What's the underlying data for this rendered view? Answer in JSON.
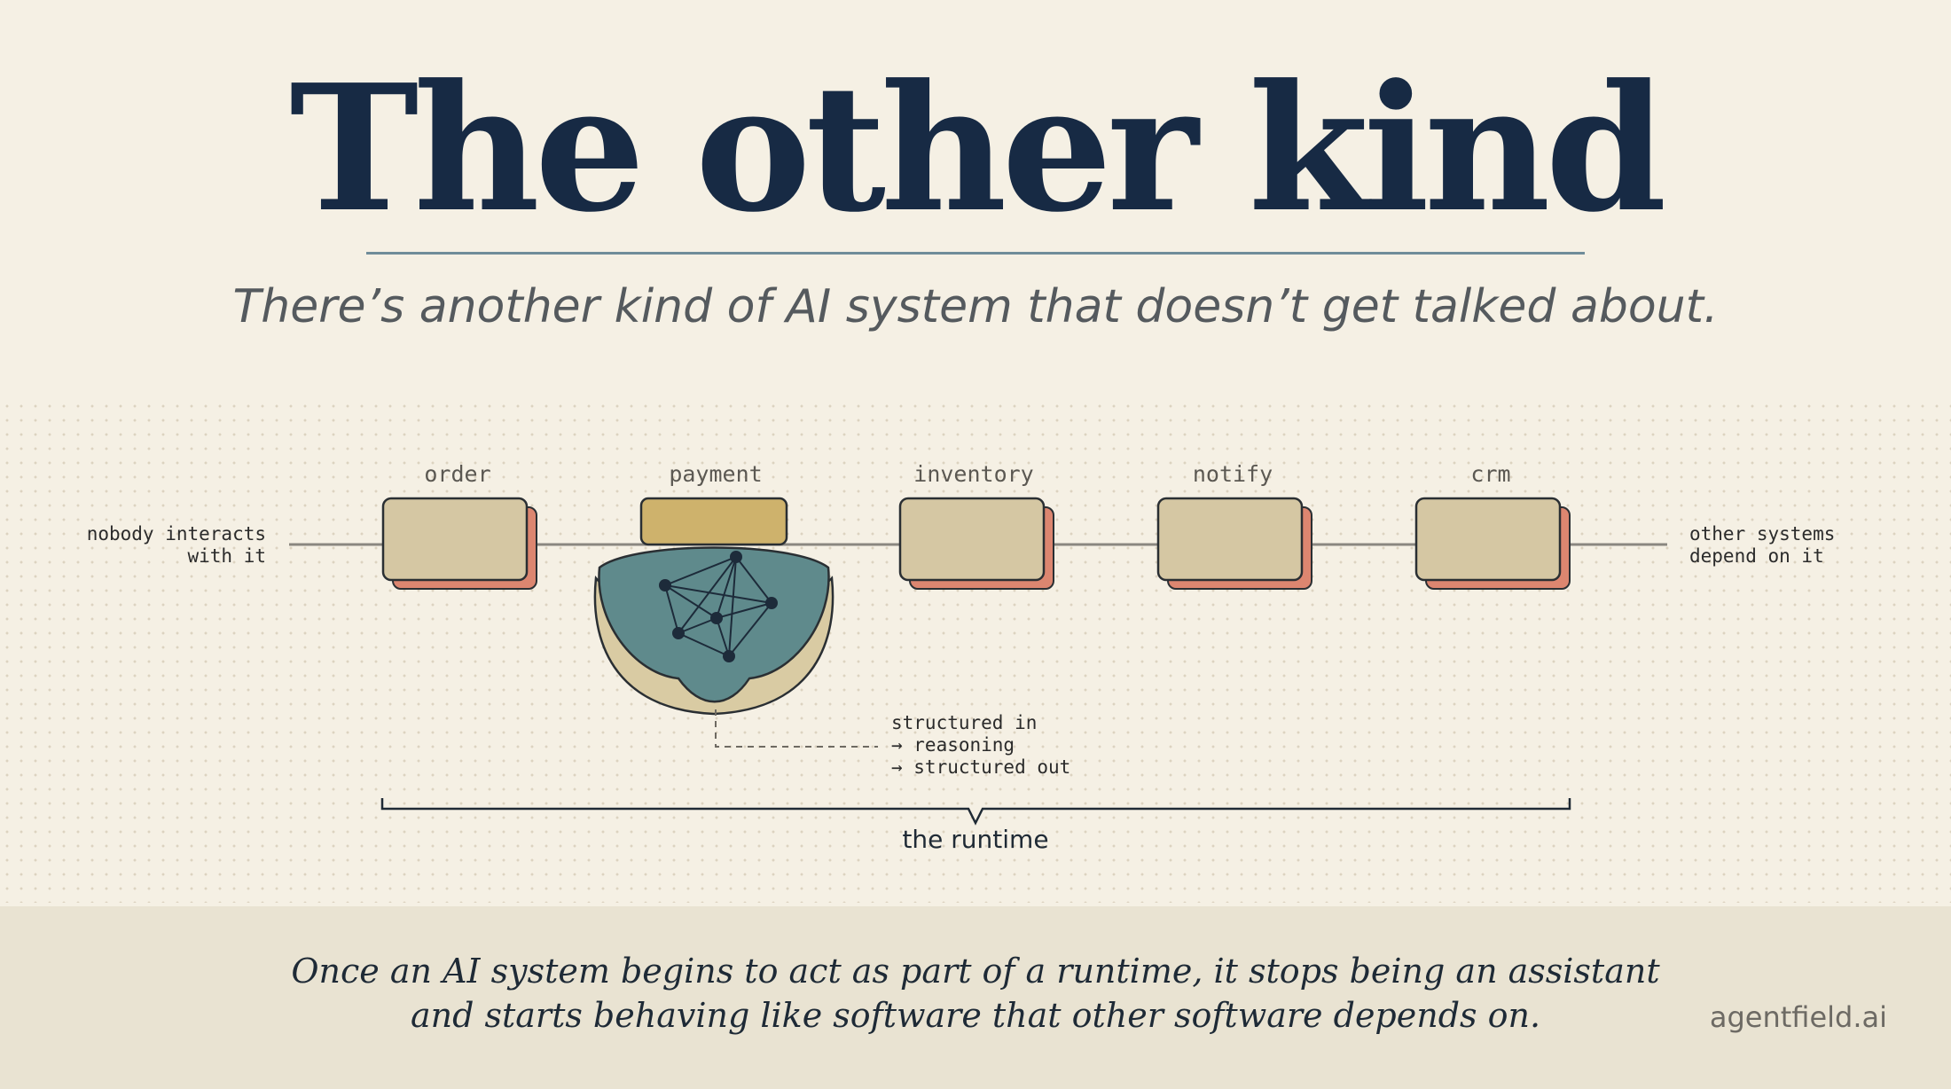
{
  "header": {
    "title": "The other kind",
    "subtitle": "There’s another kind of AI system that doesn’t get talked about."
  },
  "diagram": {
    "left_note": [
      "nobody interacts",
      "with it"
    ],
    "right_note": [
      "other systems",
      "depend on it"
    ],
    "nodes": [
      {
        "label": "order"
      },
      {
        "label": "payment"
      },
      {
        "label": "inventory"
      },
      {
        "label": "notify"
      },
      {
        "label": "crm"
      }
    ],
    "callout": [
      "structured in",
      "→ reasoning",
      "→ structured out"
    ],
    "brace_label": "the runtime",
    "colors": {
      "box_fill": "#d5c7a3",
      "box_shadow": "#dc8670",
      "box_border": "#2a2f33",
      "ai_fill": "#5f8a8c",
      "ai_active_box": "#ceb26c",
      "line": "#8a8780"
    }
  },
  "footer": {
    "lines": [
      "Once an AI system begins to act as part of a runtime, it stops being an assistant",
      "and starts behaving like software that other software depends on."
    ],
    "brand": "agentfield.ai"
  }
}
